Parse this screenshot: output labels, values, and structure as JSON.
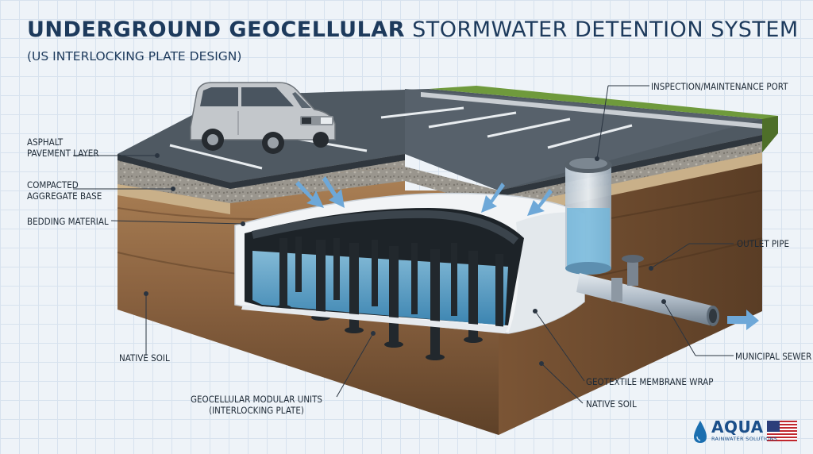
{
  "header": {
    "title_bold": "UNDERGROUND GEOCELLULAR",
    "title_light": "STORMWATER DETENTION SYSTEM",
    "subtitle": "(US INTERLOCKING PLATE DESIGN)"
  },
  "labels": {
    "asphalt_line1": "ASPHALT",
    "asphalt_line2": "PAVEMENT LAYER",
    "aggregate_line1": "COMPACTED",
    "aggregate_line2": "AGGREGATE BASE",
    "bedding": "BEDDING MATERIAL",
    "native_soil_left": "NATIVE SOIL",
    "inspection_port": "INSPECTION/MAINTENANCE PORT",
    "outlet_pipe": "OUTLET PIPE",
    "municipal_sewer": "MUNICIPAL SEWER",
    "geotextile": "GEOTEXTILE MEMBRANE WRAP",
    "native_soil_right": "NATIVE SOIL",
    "geocellular_line1": "GEOCELLULAR MODULAR UNITS",
    "geocellular_line2": "(INTERLOCKING PLATE)"
  },
  "logo": {
    "name": "AQUA",
    "tagline": "RAINWATER SOLUTIONS"
  },
  "colors": {
    "title": "#1d3a5c",
    "asphalt": "#55606b",
    "soil": "#8a6240",
    "water": "#6fb6dc",
    "membrane": "#f2f4f6",
    "pipe": "#aebac6"
  }
}
